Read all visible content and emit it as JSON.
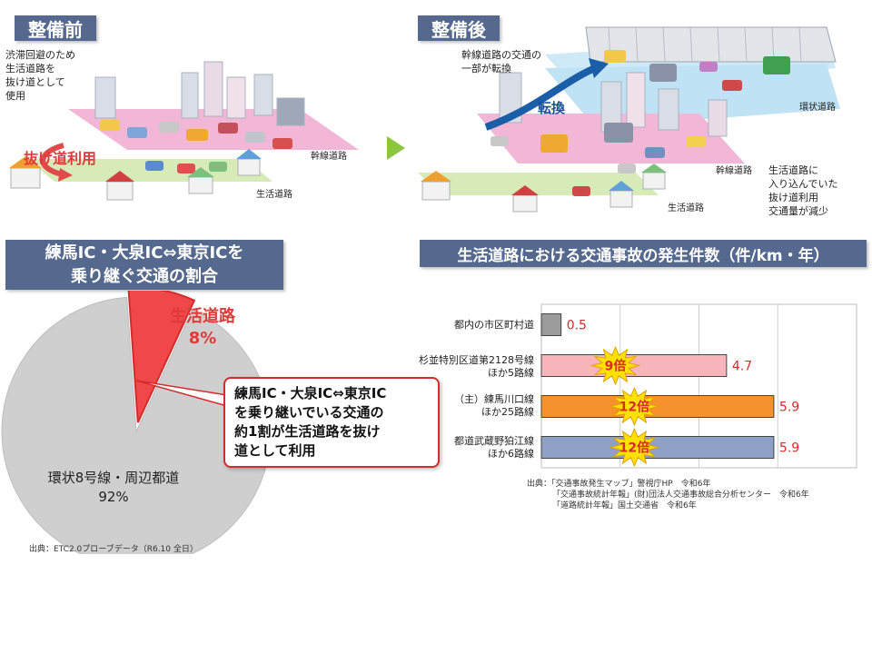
{
  "before": {
    "header": "整備前",
    "note": [
      "渋滞回避のため",
      "生活道路を",
      "抜け道として",
      "使用"
    ],
    "tag": "抜け道利用",
    "trunk_label": "幹線道路",
    "local_label": "生活道路"
  },
  "after": {
    "header": "整備後",
    "note": [
      "幹線道路の交通の",
      "一部が転換"
    ],
    "tag": "転換",
    "ring_label": "環状道路",
    "trunk_label": "幹線道路",
    "local_label": "生活道路",
    "decrease_note": [
      "生活道路に",
      "入り込んでいた",
      "抜け道利用",
      "交通量が減少"
    ]
  },
  "pie": {
    "header_lines": [
      "練馬IC・大泉IC⇔東京ICを",
      "乗り継ぐ交通の割合"
    ],
    "callout_lines": [
      "練馬IC・大泉IC⇔東京IC",
      "を乗り継いでいる交通の",
      "約1割が生活道路を抜け",
      "道として利用"
    ],
    "source": "出典：ETC2.0プローブデータ（R6.10 全日）"
  },
  "chart_data": [
    {
      "type": "pie",
      "slices": [
        {
          "label": "生活道路",
          "value_text": "8%",
          "value": 8,
          "color": "#f04848"
        },
        {
          "label": "環状8号線・周辺都道",
          "value_text": "92%",
          "value": 92,
          "color": "#cfcfcf"
        }
      ]
    },
    {
      "type": "bar",
      "title": "生活道路における交通事故の発生件数（件/km・年）",
      "orientation": "horizontal",
      "categories": [
        [
          "都内の市区町村道"
        ],
        [
          "杉並特別区道第2128号線",
          "ほか5路線"
        ],
        [
          "（主）練馬川口線",
          "ほか25路線"
        ],
        [
          "都道武蔵野狛江線",
          "ほか6路線"
        ]
      ],
      "values": [
        0.5,
        4.7,
        5.9,
        5.9
      ],
      "value_labels": [
        "0.5",
        "4.7",
        "5.9",
        "5.9"
      ],
      "colors": [
        "#9b9b9b",
        "#f8b4bb",
        "#f5922b",
        "#8ea0c6"
      ],
      "multipliers": [
        "",
        "9倍",
        "12倍",
        "12倍"
      ],
      "xlim": [
        0,
        8
      ],
      "gridlines": [
        2,
        4,
        6
      ],
      "source_lines": [
        "出典：「交通事故発生マップ」警視庁HP　令和6年",
        "「交通事故統計年報」(財)団法人交通事故総合分析センター　令和6年",
        "「道路統計年報」国土交通省　令和6年"
      ]
    }
  ],
  "colors": {
    "header_bg": "#55698f",
    "accent_red": "#d42b2b"
  }
}
